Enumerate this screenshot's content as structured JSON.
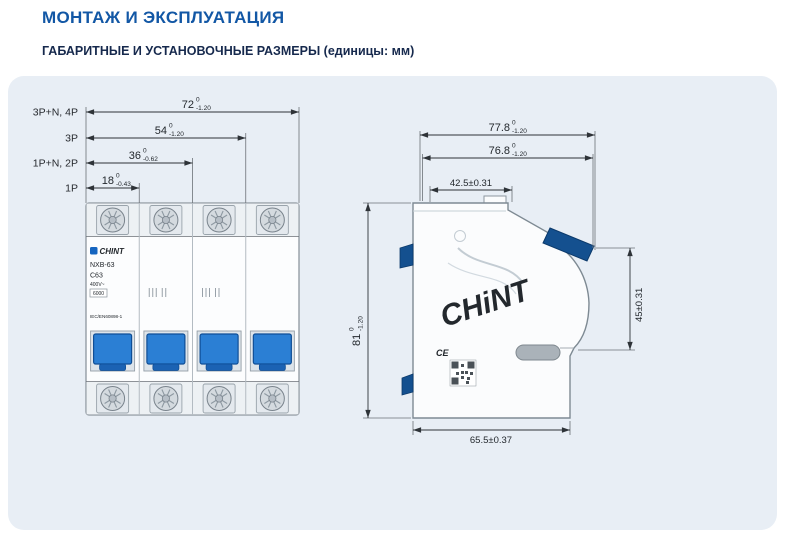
{
  "header": {
    "title": "МОНТАЖ И ЭКСПЛУАТАЦИЯ",
    "subtitle": "ГАБАРИТНЫЕ И УСТАНОВОЧНЫЕ РАЗМЕРЫ (единицы: мм)"
  },
  "front_view": {
    "pole_rows": [
      {
        "label": "3P+N, 4P",
        "value": "72",
        "tol_top": "0",
        "tol_bottom": "-1.20"
      },
      {
        "label": "3P",
        "value": "54",
        "tol_top": "0",
        "tol_bottom": "-1.20"
      },
      {
        "label": "1P+N, 2P",
        "value": "36",
        "tol_top": "0",
        "tol_bottom": "-0.62"
      },
      {
        "label": "1P",
        "value": "18",
        "tol_top": "0",
        "tol_bottom": "-0.43"
      }
    ],
    "device": {
      "brand": "CHINT",
      "model": "NXB-63",
      "rating": "C63",
      "voltage": "400V~",
      "breaking_capacity": "6000",
      "standard": "IEC/EN60898-1"
    }
  },
  "side_view": {
    "depth_overall": {
      "value": "77.8",
      "tol_top": "0",
      "tol_bottom": "-1.20"
    },
    "depth_body": {
      "value": "76.8",
      "tol_top": "0",
      "tol_bottom": "-1.20"
    },
    "clip_offset": "42.5±0.31",
    "height_overall": {
      "value": "81",
      "tol_top": "0",
      "tol_bottom": "-1.20"
    },
    "front_depth": "45±0.31",
    "base_width": "65.5±0.37",
    "watermark": "CHiNT",
    "ce_mark": "CE"
  },
  "colors": {
    "heading_blue": "#1257a5",
    "heading_navy": "#16294d",
    "panel_bg": "#e8eef5",
    "toggle_blue": "#2b7fd4",
    "brand_blue": "#1565c0",
    "terminal_navy": "#14508f"
  }
}
